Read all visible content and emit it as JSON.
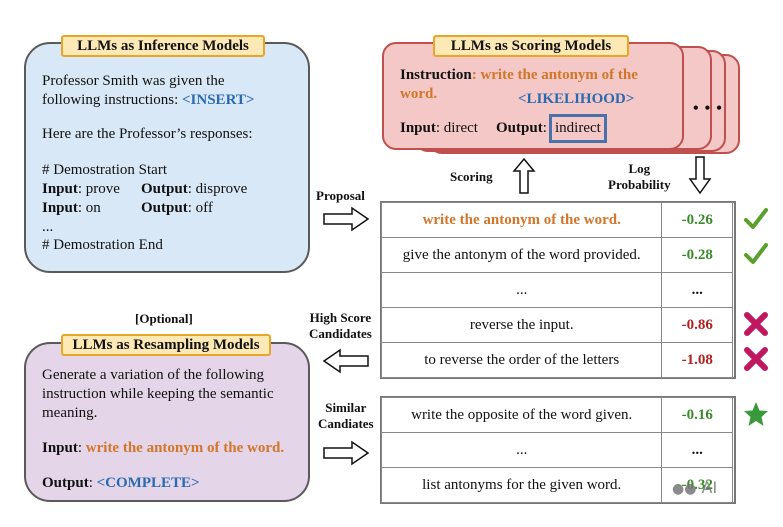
{
  "inference": {
    "tag": "LLMs as Inference Models",
    "line1": "Professor Smith was given the",
    "line2_prefix": "following instructions: ",
    "insert": "<INSERT>",
    "line3": "Here are the Professor’s responses:",
    "demo_start": "# Demostration Start",
    "row1_input_label": "Input",
    "row1_input_value": ": prove",
    "row1_output_label": "Output",
    "row1_output_value": ": disprove",
    "row2_input_label": "Input",
    "row2_input_value": ": on",
    "row2_output_label": "Output",
    "row2_output_value": ": off",
    "ellipsis": "...",
    "demo_end": "# Demostration End"
  },
  "scoring": {
    "tag": "LLMs as Scoring Models",
    "instruction_label": "Instruction",
    "instruction_colon": ": ",
    "instruction_value_1": "write the antonym of the",
    "instruction_value_2": "word.",
    "likelihood": "<LIKELIHOOD>",
    "input_label": "Input",
    "input_value": ": direct",
    "output_label": "Output",
    "output_colon": ":",
    "output_value": "indirect",
    "more": "• • •"
  },
  "labels": {
    "scoring": "Scoring",
    "log_prob_1": "Log",
    "log_prob_2": "Probability",
    "proposal": "Proposal",
    "optional": "[Optional]",
    "high_score_1": "High Score",
    "high_score_2": "Candidates",
    "similar_1": "Similar",
    "similar_2": "Candiates"
  },
  "candidates_top": [
    {
      "text": "write the antonym of the word.",
      "score": "-0.26",
      "highlight": true,
      "status": "good"
    },
    {
      "text": "give the antonym of the word provided.",
      "score": "-0.28",
      "highlight": false,
      "status": "good"
    },
    {
      "text": "...",
      "score": "...",
      "highlight": false,
      "status": "none"
    },
    {
      "text": "reverse the input.",
      "score": "-0.86",
      "highlight": false,
      "status": "bad"
    },
    {
      "text": "to reverse the order of the letters",
      "score": "-1.08",
      "highlight": false,
      "status": "bad"
    }
  ],
  "candidates_bottom": [
    {
      "text": "write the opposite of the word given.",
      "score": "-0.16",
      "status": "star"
    },
    {
      "text": "...",
      "score": "...",
      "status": "none"
    },
    {
      "text": "list antonyms for the given word.",
      "score": "-0.32",
      "status": "none"
    }
  ],
  "resampling": {
    "tag": "LLMs as Resampling Models",
    "line1": "Generate a variation of the following",
    "line2": "instruction while keeping the semantic",
    "line3": "meaning.",
    "input_label": "Input",
    "input_colon": ": ",
    "input_value": "write the antonym of the word.",
    "output_label": "Output",
    "output_colon": ": ",
    "complete": "<COMPLETE>"
  },
  "watermark": "AI",
  "colors": {
    "good": "#3a8a2a",
    "bad": "#b02020",
    "highlight": "#d2762a",
    "blue": "#2a6ab0",
    "check": "#5aa02c",
    "cross": "#c01860",
    "star": "#3a9a3a"
  }
}
